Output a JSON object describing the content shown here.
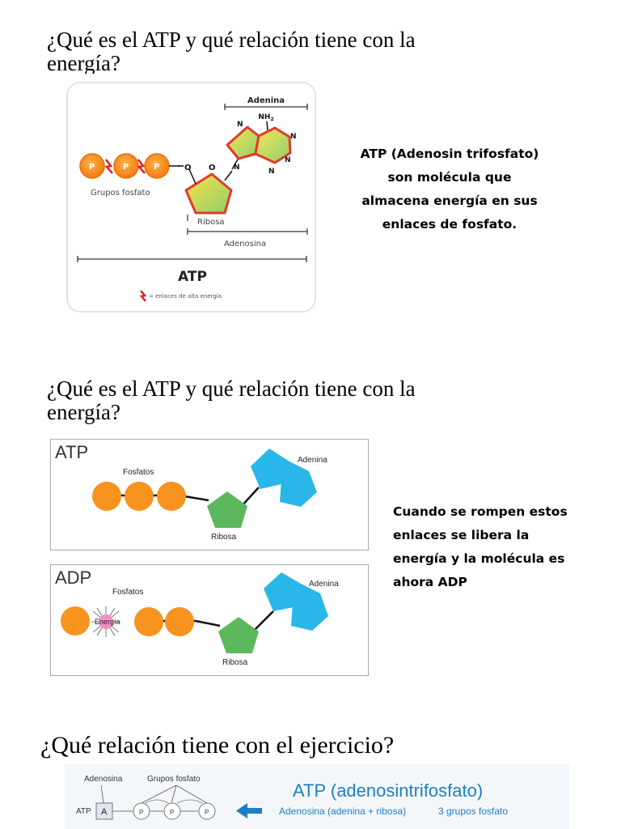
{
  "slide1": {
    "title_line1": "¿Qué es el ATP y qué relación tiene con la",
    "title_line2": "energía?",
    "diagram": {
      "adenina": "Adenina",
      "nh2": "NH",
      "nh2_sub": "2",
      "n": "N",
      "o": "O",
      "p": "P",
      "grupos_fosfato": "Grupos fosfato",
      "ribosa": "Ribosa",
      "adenosina": "Adenosina",
      "atp": "ATP",
      "legend": "= enlaces de alta energía"
    },
    "description": [
      "ATP (Adenosin trifosfato)",
      "son molécula que",
      "almacena energía en sus",
      "enlaces de fosfato."
    ]
  },
  "slide2": {
    "title_line1": "¿Qué es el ATP y qué relación tiene con la",
    "title_line2": "energía?",
    "atp_box": {
      "label": "ATP",
      "fosfatos": "Fosfatos",
      "ribosa": "Ribosa",
      "adenina": "Adenina"
    },
    "adp_box": {
      "label": "ADP",
      "fosfatos": "Fosfatos",
      "energia": "Energía",
      "ribosa": "Ribosa",
      "adenina": "Adenina"
    },
    "description": [
      "Cuando se rompen estos",
      "enlaces  se libera la",
      "energía y la molécula es",
      "ahora ADP"
    ]
  },
  "slide3": {
    "title": "¿Qué relación tiene con el ejercicio?",
    "diagram": {
      "adenosina": "Adenosina",
      "grupos_fosfato": "Grupos fosfato",
      "atp": "ATP",
      "a": "A",
      "p": "P",
      "heading": "ATP (adenosintrifosfato)",
      "sub_left": "Adenosina (adenina + ribosa)",
      "sub_right": "3 grupos fosfato"
    }
  },
  "colors": {
    "phosphate_orange": "#f7931e",
    "ribose_green": "#5cb85c",
    "adenine_blue": "#29b6e8",
    "heading_blue": "#1f7ec2"
  }
}
